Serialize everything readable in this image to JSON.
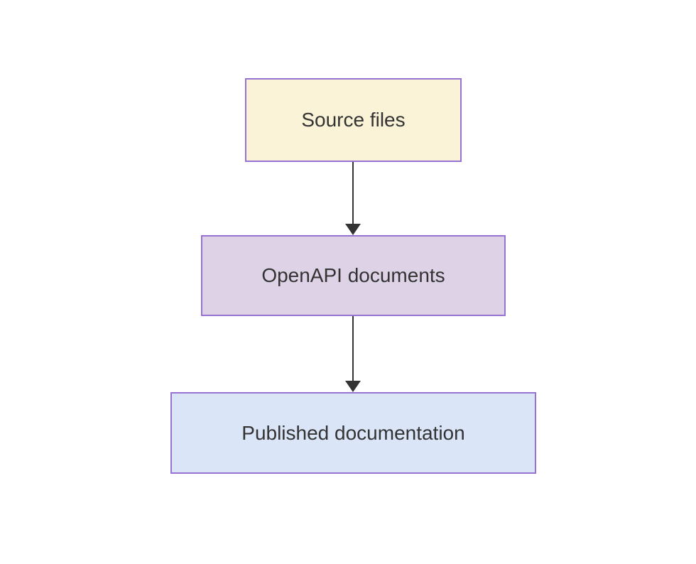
{
  "diagram": {
    "type": "flowchart",
    "direction": "top-down",
    "background_color": "#ffffff",
    "text_color": "#333333",
    "node_border_color": "#9673d2",
    "arrow_color": "#333333",
    "nodes": [
      {
        "id": "source",
        "label": "Source files",
        "fill": "#faf3d7"
      },
      {
        "id": "openapi",
        "label": "OpenAPI documents",
        "fill": "#ddd2e6"
      },
      {
        "id": "published",
        "label": "Published documentation",
        "fill": "#dbe5f8"
      }
    ],
    "edges": [
      {
        "from": "source",
        "to": "openapi",
        "style": "solid-arrow"
      },
      {
        "from": "openapi",
        "to": "published",
        "style": "solid-arrow"
      }
    ]
  }
}
